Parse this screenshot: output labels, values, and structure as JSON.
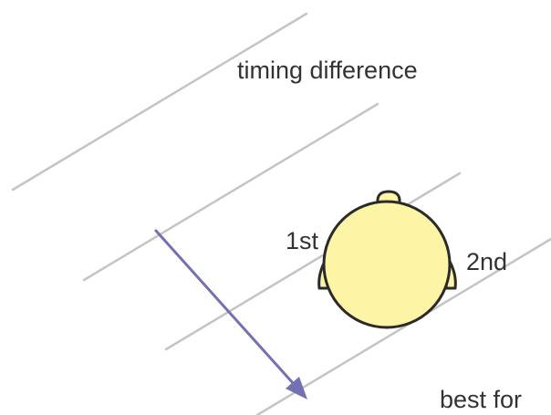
{
  "labels": {
    "title": "timing difference",
    "first_ear": "1st",
    "second_ear": "2nd",
    "caption": "best for"
  },
  "colors": {
    "background": "#ffffff",
    "wavefront": "#c4c4c4",
    "arrow": "#7470b4",
    "head_fill": "#fdf4a5",
    "outline": "#2a2a2a",
    "text": "#333333"
  },
  "elements": {
    "wavefront_count": 4,
    "icons": [
      "head-icon",
      "left-ear-icon",
      "right-ear-icon",
      "nose-icon",
      "arrow-icon"
    ]
  }
}
